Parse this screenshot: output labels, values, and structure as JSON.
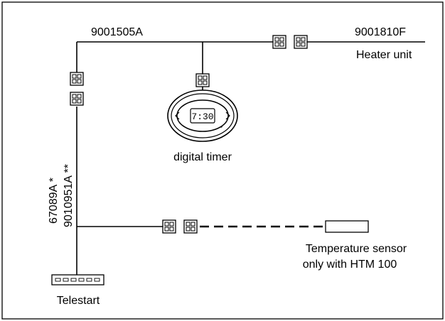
{
  "labels": {
    "main_harness": "9001505A",
    "heater_harness": "9001810F",
    "heater_unit": "Heater unit",
    "digital_timer": "digital timer",
    "cable_a": "67089A *",
    "cable_b": "9010951A **",
    "temp_sensor_line1": "Temperature sensor",
    "temp_sensor_line2": "only with HTM 100",
    "telestart": "Telestart"
  },
  "timer_display": "7:30"
}
